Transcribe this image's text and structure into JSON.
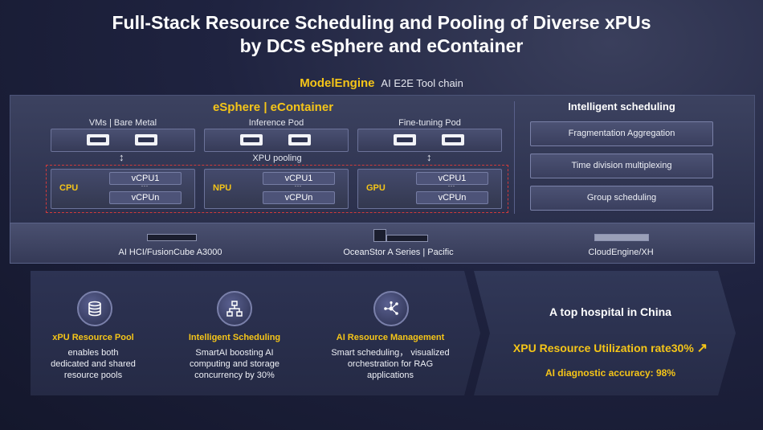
{
  "title_line1": "Full-Stack Resource Scheduling and Pooling of Diverse xPUs",
  "title_line2": "by DCS eSphere and eContainer",
  "modelengine": {
    "name": "ModelEngine",
    "subtitle": "AI  E2E Tool chain"
  },
  "esphere_title": "eSphere | eContainer",
  "pods": [
    {
      "label": "VMs | Bare Metal"
    },
    {
      "label": "Inference Pod"
    },
    {
      "label": "Fine-tuning Pod"
    }
  ],
  "xpu_pooling": "XPU pooling",
  "xpus": [
    {
      "name": "CPU",
      "v1": "vCPU1",
      "dots": "···",
      "vn": "vCPUn"
    },
    {
      "name": "NPU",
      "v1": "vCPU1",
      "dots": "···",
      "vn": "vCPUn"
    },
    {
      "name": "GPU",
      "v1": "vCPU1",
      "dots": "···",
      "vn": "vCPUn"
    }
  ],
  "intelligent_scheduling": {
    "title": "Intelligent scheduling",
    "items": [
      "Fragmentation Aggregation",
      "Time division multiplexing",
      "Group scheduling"
    ]
  },
  "infrastructure": [
    {
      "label": "AI HCI/FusionCube A3000"
    },
    {
      "label": "OceanStor A Series | Pacific"
    },
    {
      "label": "CloudEngine/XH"
    }
  ],
  "features": [
    {
      "icon": "database-icon",
      "title": "xPU Resource Pool",
      "desc": [
        "enables both",
        "dedicated and shared",
        "resource pools"
      ]
    },
    {
      "icon": "network-hierarchy-icon",
      "title": "Intelligent Scheduling",
      "desc": [
        "SmartAI boosting AI",
        "computing and storage",
        "concurrency by 30%"
      ]
    },
    {
      "icon": "share-nodes-icon",
      "title": "AI Resource Management",
      "desc": [
        "Smart scheduling， visualized",
        "orchestration for RAG",
        "applications"
      ]
    }
  ],
  "case": {
    "title": "A top hospital in China",
    "metric1": "XPU Resource Utilization rate30%",
    "metric2": "AI diagnostic accuracy: 98%"
  },
  "colors": {
    "accent": "#f5c518",
    "dashed_border": "#d23a3a",
    "background": "#1f2340"
  }
}
